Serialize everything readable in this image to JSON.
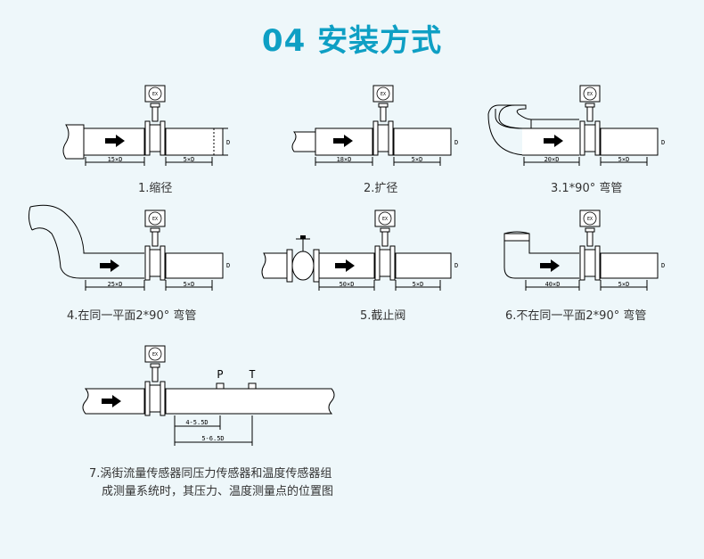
{
  "title": "04 安装方式",
  "meter_badge": "EX",
  "pipe_label": "D",
  "diagrams": [
    {
      "caption": "1.缩径",
      "upstream": "15×D",
      "downstream": "5×D"
    },
    {
      "caption": "2.扩径",
      "upstream": "18×D",
      "downstream": "5×D"
    },
    {
      "caption": "3.1*90° 弯管",
      "upstream": "20×D",
      "downstream": "5×D"
    },
    {
      "caption": "4.在同一平面2*90° 弯管",
      "upstream": "25×D",
      "downstream": "5×D"
    },
    {
      "caption": "5.截止阀",
      "upstream": "50×D",
      "downstream": "5×D"
    },
    {
      "caption": "6.不在同一平面2*90° 弯管",
      "upstream": "40×D",
      "downstream": "5×D"
    }
  ],
  "diagram7": {
    "label_p": "P",
    "label_t": "T",
    "dim_p": "4-5.5D",
    "dim_t": "5-6.5D",
    "caption_line1": "7.涡街流量传感器同压力传感器和温度传感器组",
    "caption_line2": "成测量系统时，其压力、温度测量点的位置图"
  }
}
